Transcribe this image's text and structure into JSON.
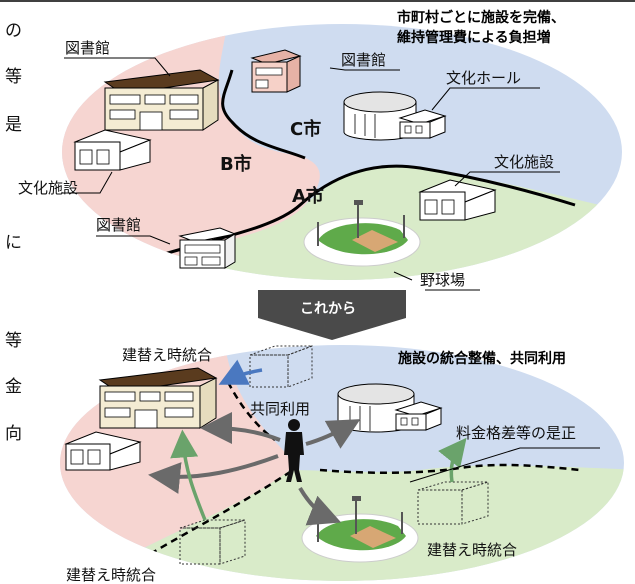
{
  "colors": {
    "city_a": "#d9ebc9",
    "city_b": "#f6d5d1",
    "city_c": "#cfdcf0",
    "arrow_green": "#6aa36b",
    "arrow_grey": "#6a6a6a",
    "arrow_blue": "#4a78c0",
    "banner": "#4a4a4a"
  },
  "left_text": {
    "chars": [
      "の",
      "等",
      "是",
      "に",
      "等",
      "金",
      "向"
    ]
  },
  "top_map": {
    "header_line1": "市町村ごとに施設を完備、",
    "header_line2": "維持管理費による負担増",
    "labels": {
      "library_b_top": "図書館",
      "library_c": "図書館",
      "culture_hall": "文化ホール",
      "culture_facility_b": "文化施設",
      "culture_facility_a": "文化施設",
      "library_a": "図書館",
      "baseball": "野球場"
    },
    "cities": {
      "a": "A市",
      "b": "B市",
      "c": "C市"
    }
  },
  "transition": {
    "banner": "これから"
  },
  "bottom_map": {
    "header": "施設の統合整備、共同利用",
    "labels": {
      "rebuild_top": "建替え時統合",
      "shared_use": "共同利用",
      "fee_correction": "料金格差等の是正",
      "rebuild_right": "建替え時統合",
      "rebuild_bottom": "建替え時統合"
    }
  }
}
